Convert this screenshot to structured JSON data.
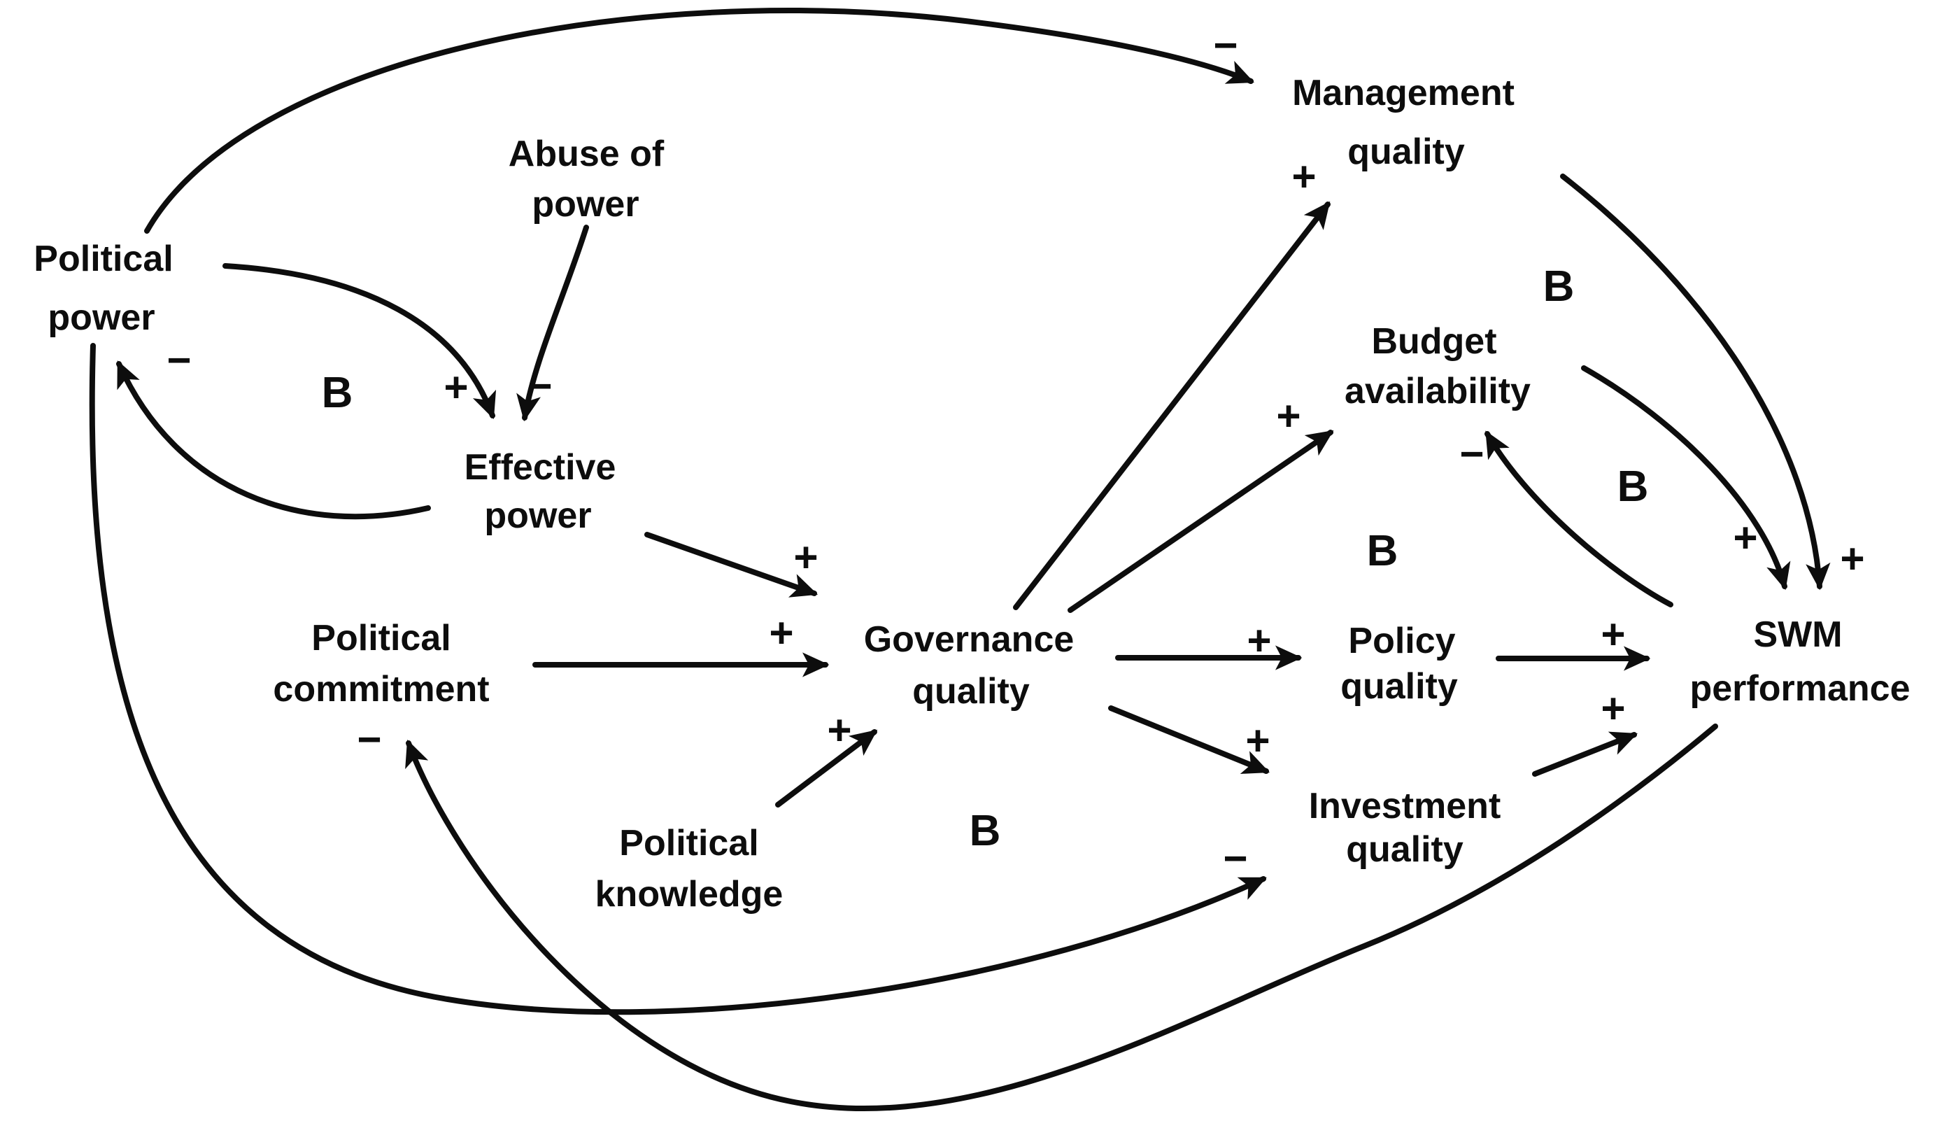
{
  "diagram": {
    "type": "causal-loop-diagram",
    "background_color": "#ffffff",
    "line_color": "#0d0d0d",
    "accent_color": "#f32a0e",
    "nodes": [
      {
        "id": "political-power",
        "line1": "Political",
        "line2": "power",
        "color": "#0d0d0d"
      },
      {
        "id": "abuse-of-power",
        "line1": "Abuse of",
        "line2": "power",
        "color": "#0d0d0d"
      },
      {
        "id": "effective-power",
        "line1": "Effective",
        "line2": "power",
        "color": "#0d0d0d"
      },
      {
        "id": "political-commitment",
        "line1": "Political",
        "line2": "commitment",
        "color": "#0d0d0d"
      },
      {
        "id": "political-knowledge",
        "line1": "Political",
        "line2": "knowledge",
        "color": "#0d0d0d"
      },
      {
        "id": "governance-quality",
        "line1": "Governance",
        "line2": "quality",
        "color": "#0d0d0d"
      },
      {
        "id": "management-quality",
        "line1": "Management",
        "line2": "quality",
        "color": "#0d0d0d"
      },
      {
        "id": "budget-availability",
        "line1": "Budget",
        "line2": "availability",
        "color": "#0d0d0d"
      },
      {
        "id": "policy-quality",
        "line1": "Policy",
        "line2": "quality",
        "color": "#0d0d0d"
      },
      {
        "id": "investment-quality",
        "line1": "Investment",
        "line2": "quality",
        "color": "#0d0d0d"
      },
      {
        "id": "swm-performance",
        "line1": "SWM",
        "line2": "performance",
        "color": "#f32a0e"
      }
    ],
    "edges": [
      {
        "from": "political-power",
        "to": "management-quality",
        "polarity": "−"
      },
      {
        "from": "governance-quality",
        "to": "management-quality",
        "polarity": "+"
      },
      {
        "from": "political-power",
        "to": "effective-power",
        "polarity": "+"
      },
      {
        "from": "abuse-of-power",
        "to": "effective-power",
        "polarity": "−"
      },
      {
        "from": "effective-power",
        "to": "political-power",
        "polarity": "−"
      },
      {
        "from": "effective-power",
        "to": "governance-quality",
        "polarity": "+"
      },
      {
        "from": "political-commitment",
        "to": "governance-quality",
        "polarity": "+"
      },
      {
        "from": "political-knowledge",
        "to": "governance-quality",
        "polarity": "+"
      },
      {
        "from": "governance-quality",
        "to": "policy-quality",
        "polarity": "+"
      },
      {
        "from": "governance-quality",
        "to": "budget-availability",
        "polarity": "+"
      },
      {
        "from": "governance-quality",
        "to": "investment-quality",
        "polarity": "+"
      },
      {
        "from": "policy-quality",
        "to": "swm-performance",
        "polarity": "+"
      },
      {
        "from": "investment-quality",
        "to": "swm-performance",
        "polarity": "+"
      },
      {
        "from": "management-quality",
        "to": "swm-performance",
        "polarity": "+"
      },
      {
        "from": "budget-availability",
        "to": "swm-performance",
        "polarity": "+"
      },
      {
        "from": "swm-performance",
        "to": "budget-availability",
        "polarity": "−"
      },
      {
        "from": "swm-performance",
        "to": "political-commitment",
        "polarity": "−"
      },
      {
        "from": "political-power",
        "to": "investment-quality",
        "polarity": "−"
      }
    ],
    "signs": [
      {
        "glyph": "−"
      },
      {
        "glyph": "+"
      },
      {
        "glyph": "+"
      },
      {
        "glyph": "−"
      },
      {
        "glyph": "−"
      },
      {
        "glyph": "+"
      },
      {
        "glyph": "+"
      },
      {
        "glyph": "+"
      },
      {
        "glyph": "+"
      },
      {
        "glyph": "+"
      },
      {
        "glyph": "+"
      },
      {
        "glyph": "+"
      },
      {
        "glyph": "+"
      },
      {
        "glyph": "+"
      },
      {
        "glyph": "+"
      },
      {
        "glyph": "−"
      },
      {
        "glyph": "−"
      },
      {
        "glyph": "−"
      }
    ],
    "loops": [
      {
        "label": "B"
      },
      {
        "label": "B"
      },
      {
        "label": "B"
      },
      {
        "label": "B"
      },
      {
        "label": "B"
      }
    ]
  }
}
